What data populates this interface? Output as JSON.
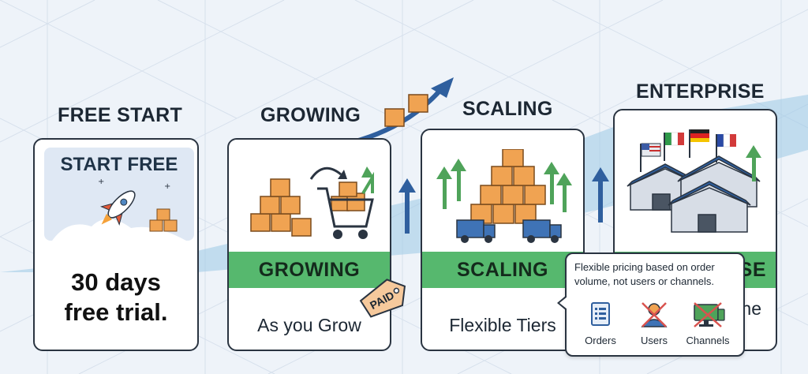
{
  "stages": [
    {
      "title": "FREE START",
      "panel_title": "START FREE",
      "body": "30 days free trial."
    },
    {
      "title": "GROWING",
      "band": "GROWING",
      "subtitle": "As you Grow",
      "tag": "PAID"
    },
    {
      "title": "SCALING",
      "band": "SCALING",
      "subtitle": "Flexible Tiers"
    },
    {
      "title": "ENTERPRISE",
      "band_partial": "SE",
      "subtitle_partial": "ne"
    }
  ],
  "tooltip": {
    "text": "Flexible pricing based on order volume, not users or channels.",
    "items": [
      {
        "label": "Orders",
        "icon": "orders-list-icon",
        "crossed": false
      },
      {
        "label": "Users",
        "icon": "user-icon",
        "crossed": true
      },
      {
        "label": "Channels",
        "icon": "monitor-icon",
        "crossed": true
      }
    ]
  },
  "colors": {
    "band_green": "#56b86e",
    "arrow_blue": "#2f5f9e",
    "box_orange": "#f0a352",
    "path_blue": "#5aa9d6",
    "cross_red": "#d9534f"
  }
}
